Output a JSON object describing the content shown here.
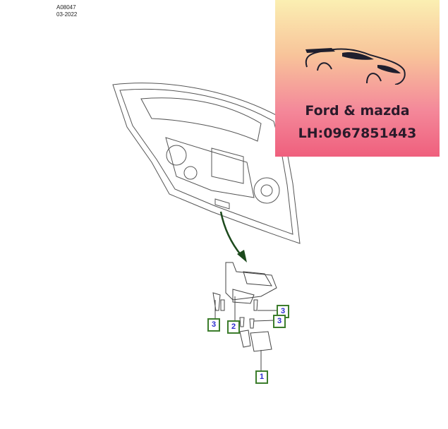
{
  "diagram": {
    "ref_code": "A08047",
    "ref_date": "03-2022",
    "callouts": [
      {
        "id": "callout-3a",
        "label": "3"
      },
      {
        "id": "callout-2",
        "label": "2"
      },
      {
        "id": "callout-3b",
        "label": "3"
      },
      {
        "id": "callout-3c",
        "label": "3"
      },
      {
        "id": "callout-1",
        "label": "1"
      }
    ],
    "accent_color": "#3c7d2c"
  },
  "watermark": {
    "brand": "Ford & mazda",
    "contact": "LH:0967851443"
  }
}
